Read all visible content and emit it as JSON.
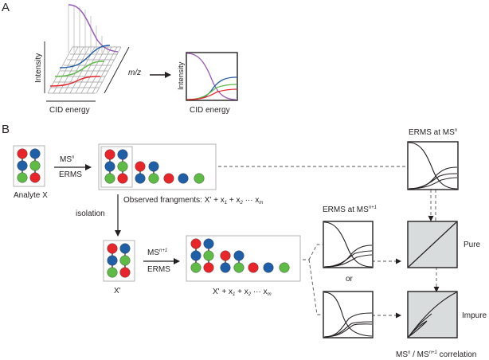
{
  "panel_a": {
    "label": "A",
    "axis_intensity": "Intensity",
    "axis_cid": "CID energy",
    "axis_mz": "m/z",
    "flat_axis_intensity": "Intensity",
    "flat_axis_cid": "CID energy",
    "series_colors": {
      "precursor": "#9b59b6",
      "fragment_1": "#1f5fa8",
      "fragment_2": "#5dbb46",
      "fragment_3": "#e8262a"
    }
  },
  "panel_b": {
    "label": "B",
    "analyte_label": "Analyte X",
    "arrow1_top": "MS",
    "arrow1_top_sup": "n",
    "arrow1_bottom": "ERMS",
    "observed_text": "Observed frangments: X' + x",
    "observed_sub1": "1",
    "observed_mid": " + x",
    "observed_sub2": "2",
    "observed_dots": " ··· x",
    "observed_subm": "m",
    "isolation_label": "isolation",
    "xprime_label": "X'",
    "arrow2_top": "MS",
    "arrow2_top_sup": "n+1",
    "arrow2_bottom": "ERMS",
    "frag2_text": "X' + x",
    "frag2_sub1": "1",
    "frag2_mid": " + x",
    "frag2_sub2": "2",
    "frag2_dots": " ··· x",
    "frag2_subm": "m",
    "erms_msn_title": "ERMS at MS",
    "erms_msn_sup": "n",
    "erms_msn1_title": "ERMS at MS",
    "erms_msn1_sup": "n+1",
    "or_label": "or",
    "pure_label": "Pure",
    "impure_label": "Impure",
    "correlation_label_a": "MS",
    "correlation_sup_a": "n",
    "correlation_slash": " / MS",
    "correlation_sup_b": "n+1",
    "correlation_rest": " correlation"
  },
  "colors": {
    "red": "#e8262a",
    "blue": "#1f5fa8",
    "green": "#5dbb46",
    "box_border": "#b3b3b3",
    "panel_fill": "#d9dcdd",
    "purple": "#9b59b6"
  }
}
